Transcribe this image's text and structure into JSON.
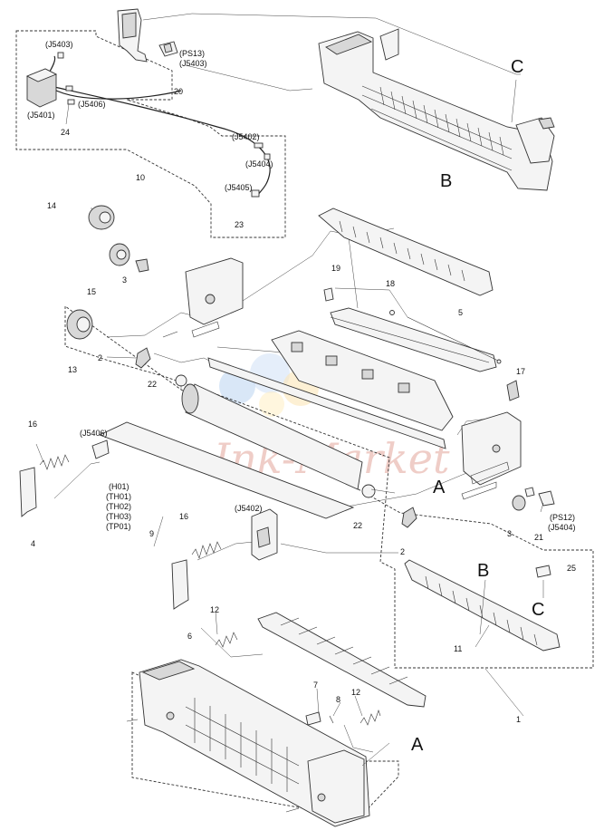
{
  "watermark": "Ink-Market",
  "letter_labels": {
    "a1": "A",
    "a2": "A",
    "b1": "B",
    "b2": "B",
    "c1": "C",
    "c2": "C"
  },
  "part_numbers": {
    "p1": "1",
    "p2a": "2",
    "p2b": "2",
    "p3a": "3",
    "p3b": "3",
    "p4": "4",
    "p5": "5",
    "p6": "6",
    "p7": "7",
    "p8": "8",
    "p9": "9",
    "p10": "10",
    "p11": "11",
    "p12a": "12",
    "p12b": "12",
    "p13": "13",
    "p14": "14",
    "p15": "15",
    "p16a": "16",
    "p16b": "16",
    "p17": "17",
    "p18": "18",
    "p19": "19",
    "p20": "20",
    "p21": "21",
    "p22a": "22",
    "p22b": "22",
    "p23": "23",
    "p24": "24",
    "p25": "25"
  },
  "connector_labels": {
    "j5403_top": "(J5403)",
    "ps13": "(PS13)",
    "j5403_right": "(J5403)",
    "j5401": "(J5401)",
    "j5406_top": "(J5406)",
    "j5402_top": "(J5402)",
    "j5404_top": "(J5404)",
    "j5405": "(J5405)",
    "j5406_mid": "(J5406)",
    "h01": "(H01)",
    "th01": "(TH01)",
    "th02": "(TH02)",
    "th03": "(TH03)",
    "tp01": "(TP01)",
    "j5402_mid": "(J5402)",
    "ps12": "(PS12)",
    "j5404_bot": "(J5404)"
  }
}
